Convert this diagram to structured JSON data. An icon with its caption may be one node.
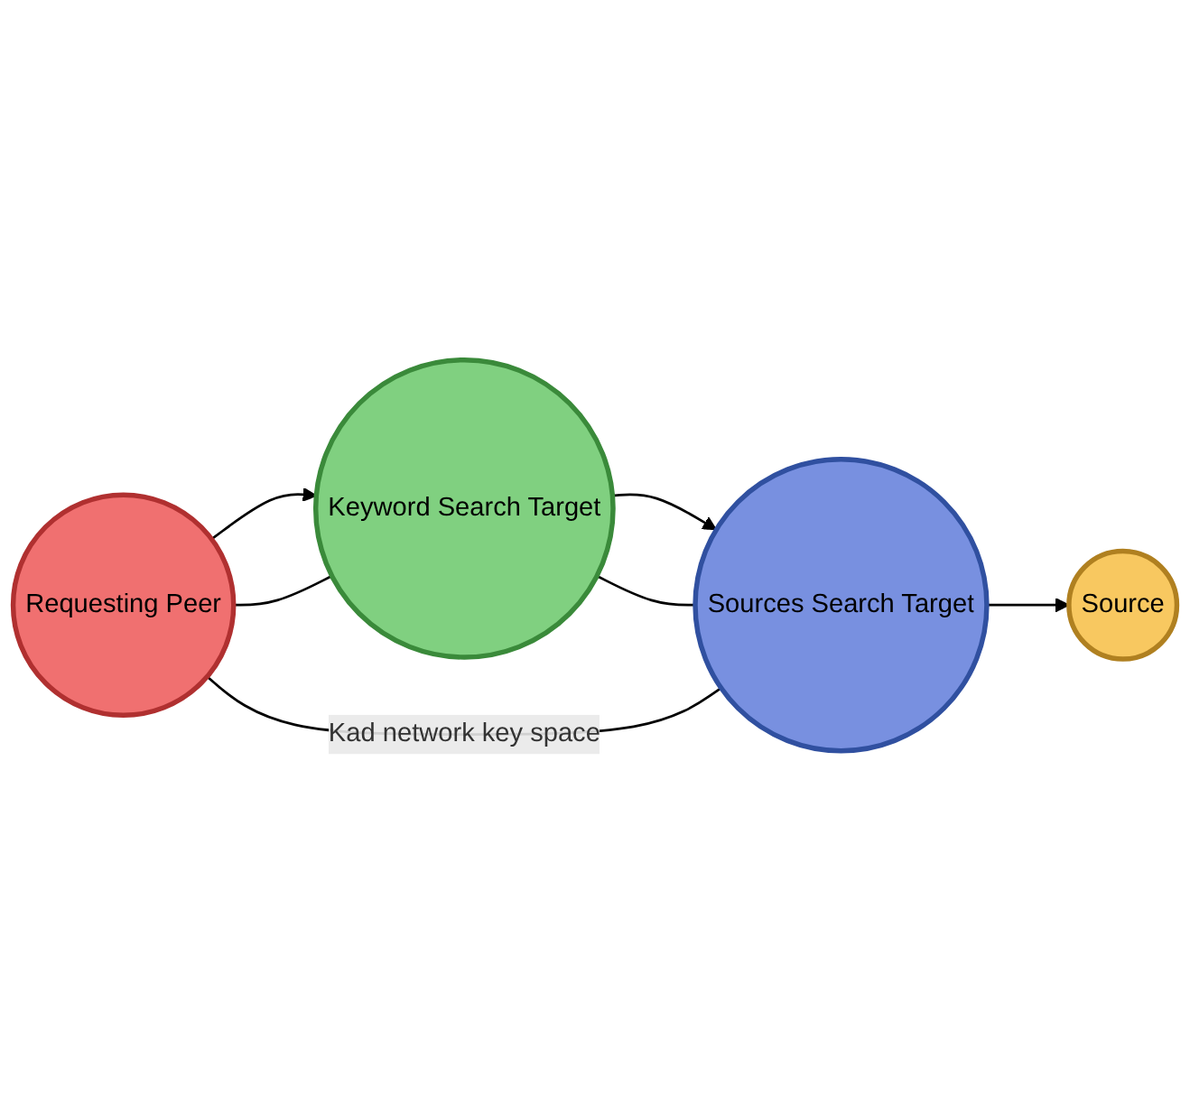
{
  "diagram": {
    "nodes": [
      {
        "text": [
          "Requesting Peer"
        ]
      },
      {
        "text": [
          "Keyword Search Target"
        ]
      },
      {
        "text": [
          "Sources Search Target"
        ]
      },
      {
        "text": [
          "Source"
        ]
      }
    ],
    "edges": [
      {
        "from": 0,
        "to": 1,
        "arrow": "to"
      },
      {
        "from": 1,
        "to": 2,
        "arrow": "to"
      },
      {
        "from": 2,
        "to": 3,
        "arrow": "to"
      },
      {
        "from": 0,
        "to": 1,
        "arrow": "none"
      },
      {
        "from": 1,
        "to": 2,
        "arrow": "none"
      },
      {
        "from": 2,
        "to": 0,
        "label": "Kad network key space",
        "arrow": "none"
      }
    ]
  }
}
